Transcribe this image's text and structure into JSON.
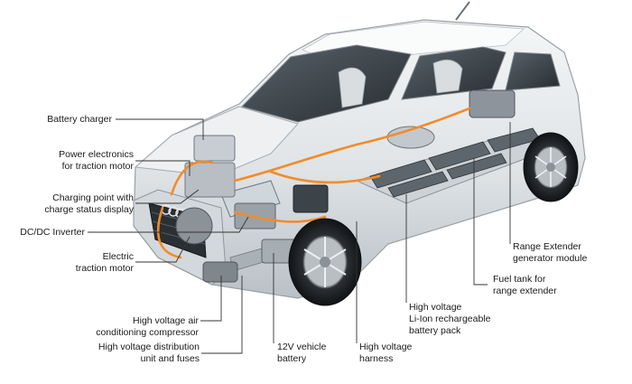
{
  "labels": {
    "battery_charger": [
      "Battery charger"
    ],
    "power_electronics": [
      "Power electronics",
      "for traction motor"
    ],
    "charging_point": [
      "Charging point with",
      "charge status display"
    ],
    "dcdc_inverter": [
      "DC/DC Inverter"
    ],
    "electric_motor": [
      "Electric",
      "traction motor"
    ],
    "hv_ac_compressor": [
      "High voltage air",
      "conditioning compressor"
    ],
    "hv_distribution": [
      "High voltage distribution",
      "unit and fuses"
    ],
    "vehicle_battery_12v": [
      "12V vehicle",
      "battery"
    ],
    "hv_harness": [
      "High voltage",
      "harness"
    ],
    "hv_battery_pack": [
      "High voltage",
      "Li-Ion rechargeable",
      "battery pack"
    ],
    "fuel_tank": [
      "Fuel tank for",
      "range extender"
    ],
    "range_extender": [
      "Range Extender",
      "generator module"
    ]
  },
  "colors": {
    "body_light": "#e9ecee",
    "body_mid": "#c9ced3",
    "body_dark": "#8d949b",
    "glass": "#3a4148",
    "cable_orange": "#f28c28",
    "battery_block": "#5e666d",
    "leader_line": "#333333"
  }
}
